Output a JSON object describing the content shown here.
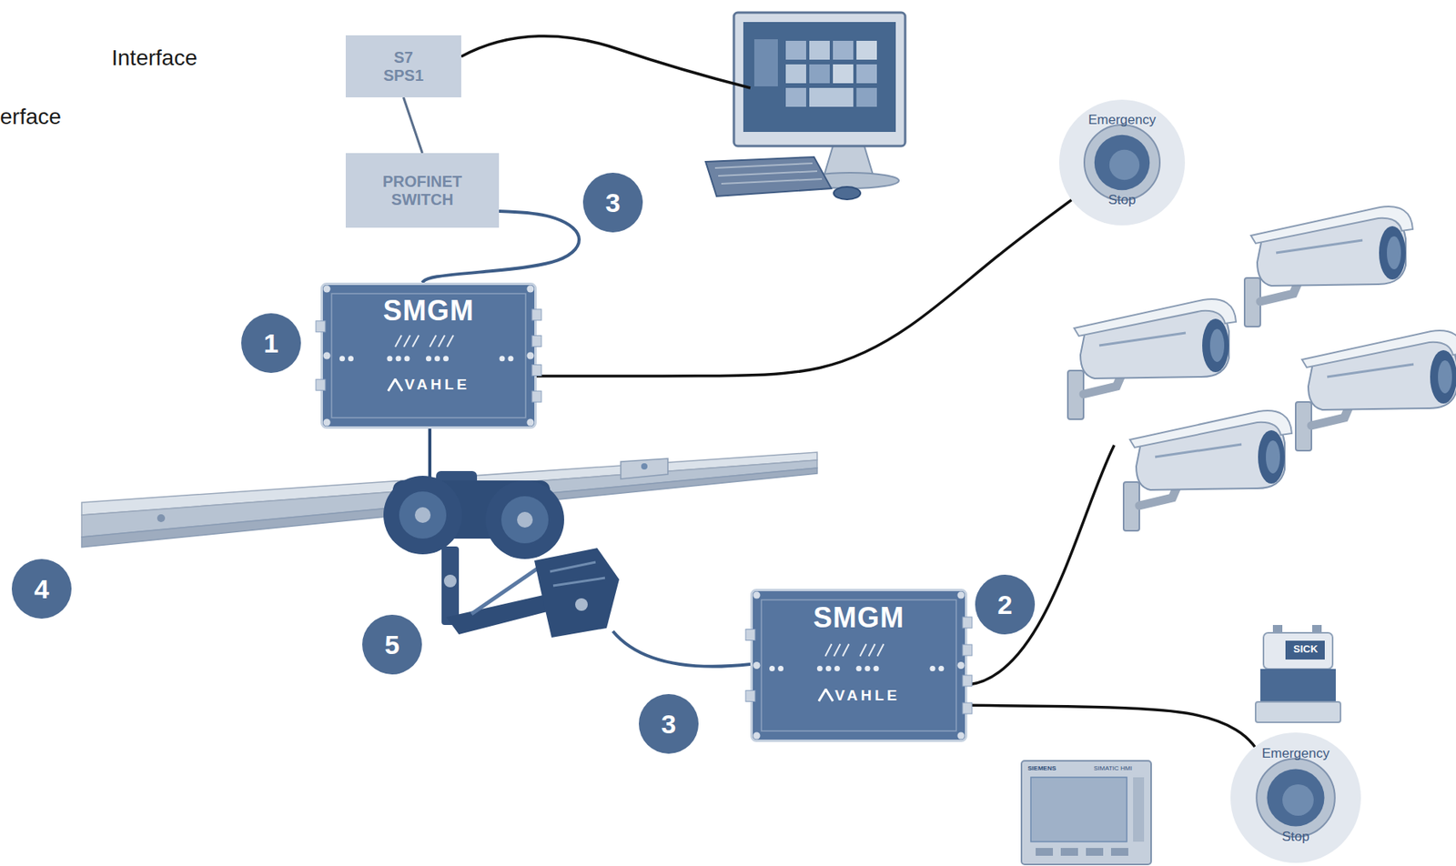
{
  "diagram": {
    "nodes": [
      {
        "text": [
          "S7 SPS1"
        ]
      },
      {
        "text": [
          "PROFINET SWITCH"
        ]
      },
      {
        "text": [
          "SMGM",
          "VAHLE"
        ]
      },
      {
        "text": [
          "Emergency",
          "Stop"
        ]
      },
      {
        "text": [
          "SMGM",
          "VAHLE"
        ]
      },
      {
        "text": [
          "Emergency",
          "Stop"
        ]
      }
    ],
    "edges": [
      {
        "from": 0,
        "to": 1,
        "arrow": "none"
      },
      {
        "from": 1,
        "to": 2,
        "arrow": "none"
      },
      {
        "from": 2,
        "to": 3,
        "arrow": "none"
      },
      {
        "from": 4,
        "to": 5,
        "arrow": "none"
      }
    ],
    "labels": [
      "Interface",
      "erface",
      "3",
      "1",
      "4",
      "5",
      "2",
      "3",
      "SICK",
      "SIEMENS",
      "SIMATIC HMI"
    ]
  }
}
